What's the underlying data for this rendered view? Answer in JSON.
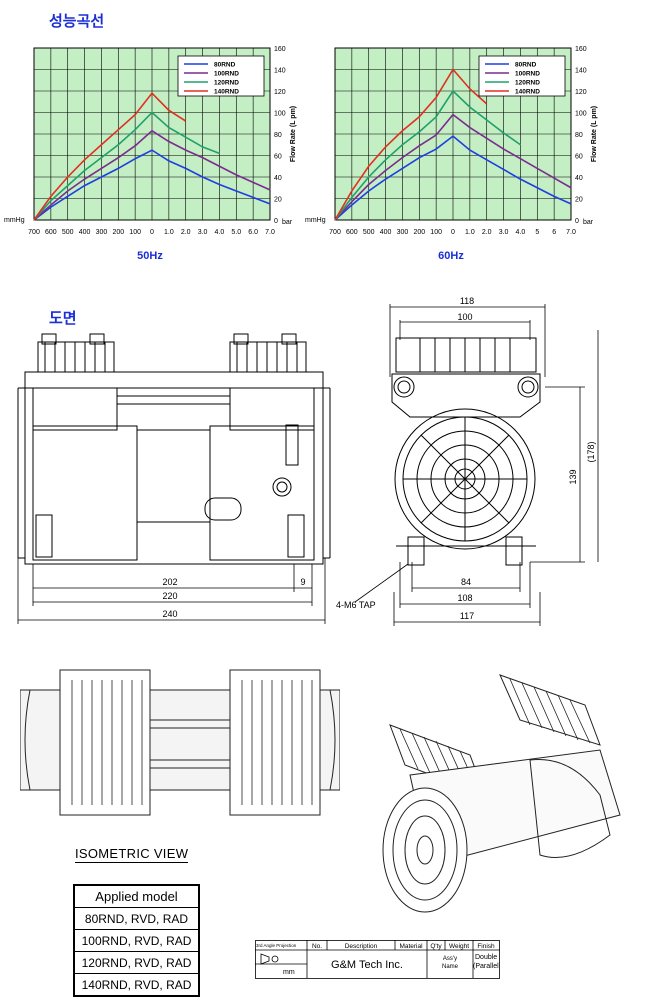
{
  "headings": {
    "performance": "성능곡선",
    "drawing": "도면"
  },
  "chart_data": [
    {
      "type": "line",
      "caption": "50Hz",
      "x_ticks": [
        "700",
        "600",
        "500",
        "400",
        "300",
        "200",
        "100",
        "0",
        "1.0",
        "2.0",
        "3.0",
        "4.0",
        "5.0",
        "6.0",
        "7.0"
      ],
      "x_unit_left": "mmHg",
      "x_unit_right": "bar",
      "ylabel": "Flow Rate (L pm)",
      "ylim": [
        0,
        160
      ],
      "y_ticks": [
        0,
        20,
        40,
        60,
        80,
        100,
        120,
        140,
        160
      ],
      "grid": true,
      "legend": "top-right",
      "series": [
        {
          "name": "80RND",
          "color": "#1f3fe0",
          "values": [
            [
              0,
              0
            ],
            [
              1,
              12
            ],
            [
              2,
              22
            ],
            [
              3,
              32
            ],
            [
              4,
              40
            ],
            [
              5,
              48
            ],
            [
              6,
              57
            ],
            [
              7,
              65
            ],
            [
              8,
              55
            ],
            [
              9,
              48
            ],
            [
              10,
              40
            ],
            [
              11,
              33
            ],
            [
              12,
              27
            ],
            [
              13,
              21
            ],
            [
              14,
              15
            ]
          ]
        },
        {
          "name": "100RND",
          "color": "#7a2d8f",
          "values": [
            [
              0,
              0
            ],
            [
              1,
              14
            ],
            [
              2,
              27
            ],
            [
              3,
              38
            ],
            [
              4,
              48
            ],
            [
              5,
              58
            ],
            [
              6,
              69
            ],
            [
              7,
              83
            ],
            [
              8,
              73
            ],
            [
              9,
              65
            ],
            [
              10,
              58
            ],
            [
              11,
              50
            ],
            [
              12,
              42
            ],
            [
              13,
              35
            ],
            [
              14,
              28
            ]
          ]
        },
        {
          "name": "120RND",
          "color": "#20a06a",
          "values": [
            [
              0,
              0
            ],
            [
              1,
              18
            ],
            [
              2,
              32
            ],
            [
              3,
              46
            ],
            [
              4,
              58
            ],
            [
              5,
              70
            ],
            [
              6,
              84
            ],
            [
              7,
              100
            ],
            [
              8,
              86
            ],
            [
              9,
              77
            ],
            [
              10,
              68
            ],
            [
              11,
              62
            ]
          ]
        },
        {
          "name": "140RND",
          "color": "#e03020",
          "values": [
            [
              0,
              0
            ],
            [
              1,
              22
            ],
            [
              2,
              40
            ],
            [
              3,
              56
            ],
            [
              4,
              70
            ],
            [
              5,
              84
            ],
            [
              6,
              98
            ],
            [
              7,
              118
            ],
            [
              8,
              102
            ],
            [
              9,
              92
            ]
          ]
        }
      ]
    },
    {
      "type": "line",
      "caption": "60Hz",
      "x_ticks": [
        "700",
        "600",
        "500",
        "400",
        "300",
        "200",
        "100",
        "0",
        "1.0",
        "2.0",
        "3.0",
        "4.0",
        "5",
        "6",
        "7.0"
      ],
      "x_unit_left": "mmHg",
      "x_unit_right": "bar",
      "ylabel": "Flow Rate (L pm)",
      "ylim": [
        0,
        160
      ],
      "y_ticks": [
        0,
        20,
        40,
        60,
        80,
        100,
        120,
        140,
        160
      ],
      "grid": true,
      "legend": "top-right",
      "series": [
        {
          "name": "80RND",
          "color": "#1f3fe0",
          "values": [
            [
              0,
              0
            ],
            [
              1,
              14
            ],
            [
              2,
              27
            ],
            [
              3,
              38
            ],
            [
              4,
              48
            ],
            [
              5,
              58
            ],
            [
              6,
              66
            ],
            [
              7,
              78
            ],
            [
              8,
              65
            ],
            [
              9,
              56
            ],
            [
              10,
              47
            ],
            [
              11,
              38
            ],
            [
              12,
              30
            ],
            [
              13,
              22
            ],
            [
              14,
              15
            ]
          ]
        },
        {
          "name": "100RND",
          "color": "#7a2d8f",
          "values": [
            [
              0,
              0
            ],
            [
              1,
              17
            ],
            [
              2,
              33
            ],
            [
              3,
              46
            ],
            [
              4,
              58
            ],
            [
              5,
              69
            ],
            [
              6,
              79
            ],
            [
              7,
              98
            ],
            [
              8,
              86
            ],
            [
              9,
              76
            ],
            [
              10,
              66
            ],
            [
              11,
              57
            ],
            [
              12,
              48
            ],
            [
              13,
              39
            ],
            [
              14,
              30
            ]
          ]
        },
        {
          "name": "120RND",
          "color": "#20a06a",
          "values": [
            [
              0,
              0
            ],
            [
              1,
              21
            ],
            [
              2,
              40
            ],
            [
              3,
              56
            ],
            [
              4,
              70
            ],
            [
              5,
              82
            ],
            [
              6,
              96
            ],
            [
              7,
              120
            ],
            [
              8,
              105
            ],
            [
              9,
              93
            ],
            [
              10,
              81
            ],
            [
              11,
              70
            ]
          ]
        },
        {
          "name": "140RND",
          "color": "#e03020",
          "values": [
            [
              0,
              0
            ],
            [
              1,
              27
            ],
            [
              2,
              50
            ],
            [
              3,
              68
            ],
            [
              4,
              83
            ],
            [
              5,
              96
            ],
            [
              6,
              114
            ],
            [
              7,
              140
            ],
            [
              8,
              122
            ],
            [
              9,
              108
            ]
          ]
        }
      ]
    }
  ],
  "drawing": {
    "side_dims": [
      "202",
      "9",
      "220",
      "240"
    ],
    "front_dims": [
      "118",
      "100",
      "139",
      "(178)",
      "84",
      "108",
      "117"
    ],
    "tap_note": "4-M6 TAP"
  },
  "isometric": {
    "title": "ISOMETRIC VIEW"
  },
  "applied_models": {
    "header": "Applied model",
    "rows": [
      "80RND, RVD, RAD",
      "100RND, RVD, RAD",
      "120RND, RVD, RAD",
      "140RND, RVD, RAD"
    ]
  },
  "title_block": {
    "columns": [
      "No.",
      "Description",
      "Material",
      "Q'ty",
      "Weight",
      "Finish"
    ],
    "projection": "3rd Angle Projection",
    "unit": "mm",
    "company": "G&M Tech Inc.",
    "assy_label_1": "Ass'y",
    "assy_label_2": "Name",
    "assy_value_1": "Double",
    "assy_value_2": "(Parallel"
  }
}
